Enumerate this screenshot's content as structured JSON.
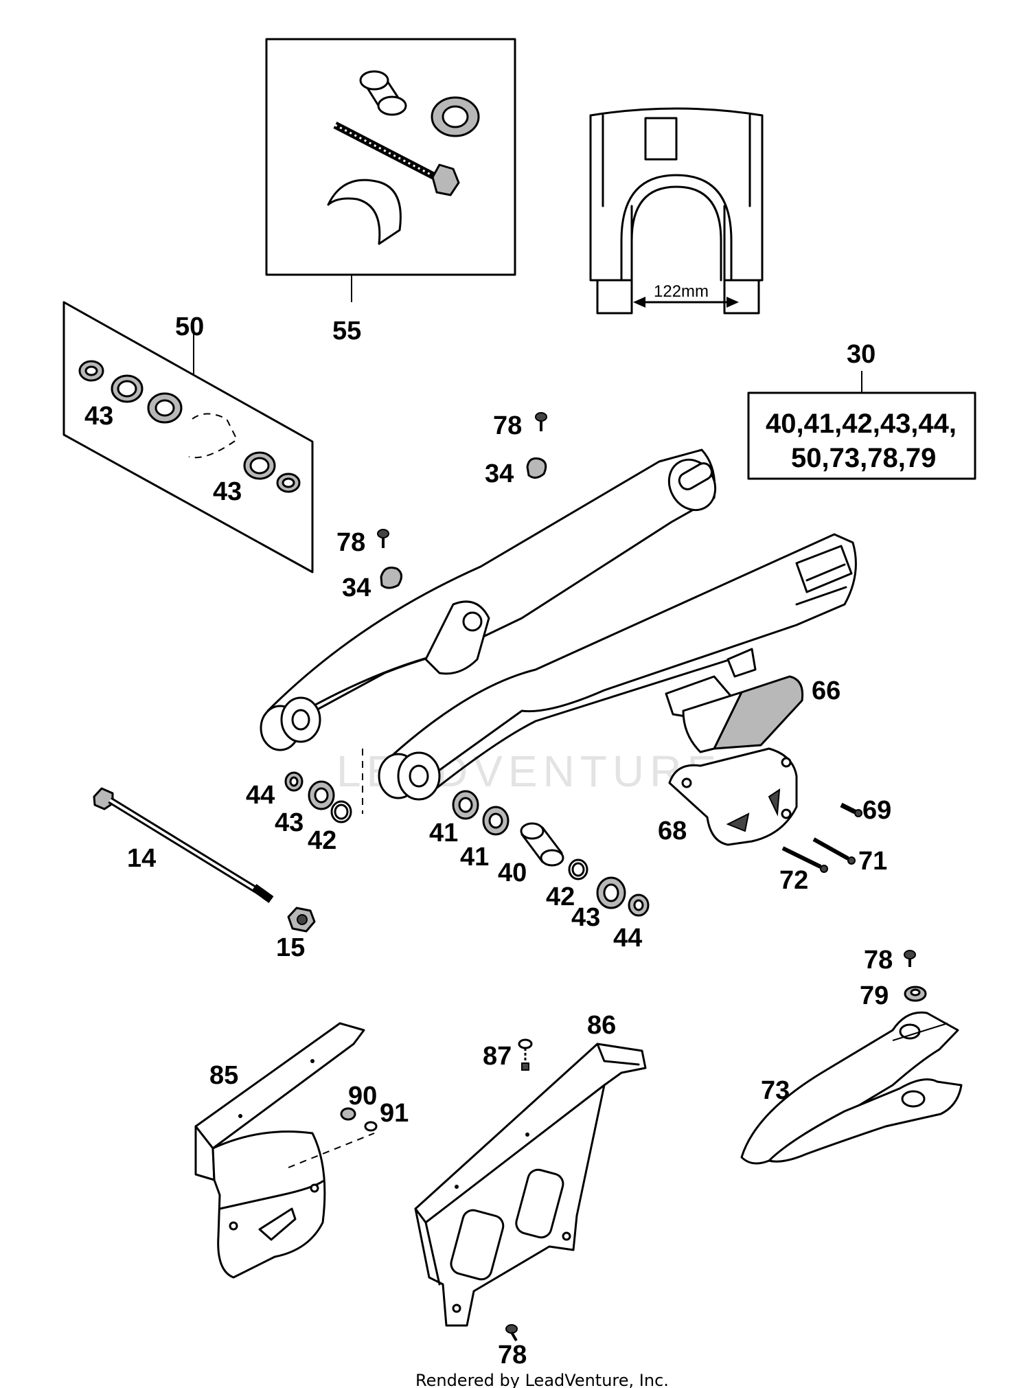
{
  "diagram": {
    "dimension_label": "122mm",
    "callouts": {
      "c50": "50",
      "c55": "55",
      "c30": "30",
      "c43a": "43",
      "c43b": "43",
      "c78a": "78",
      "c34a": "34",
      "c78b": "78",
      "c34b": "34",
      "c66": "66",
      "c68": "68",
      "c69": "69",
      "c71": "71",
      "c72": "72",
      "c44a": "44",
      "c43c": "43",
      "c42a": "42",
      "c14": "14",
      "c15": "15",
      "c41a": "41",
      "c41b": "41",
      "c40": "40",
      "c42b": "42",
      "c43d": "43",
      "c44b": "44",
      "c78c": "78",
      "c79": "79",
      "c73": "73",
      "c85": "85",
      "c90": "90",
      "c91": "91",
      "c87": "87",
      "c86": "86",
      "c78d": "78"
    },
    "kit_box": {
      "line1": "40,41,42,43,44,",
      "line2": "50,73,78,79"
    },
    "watermark": "LEADVENTURE",
    "footer": "Rendered by LeadVenture, Inc."
  }
}
